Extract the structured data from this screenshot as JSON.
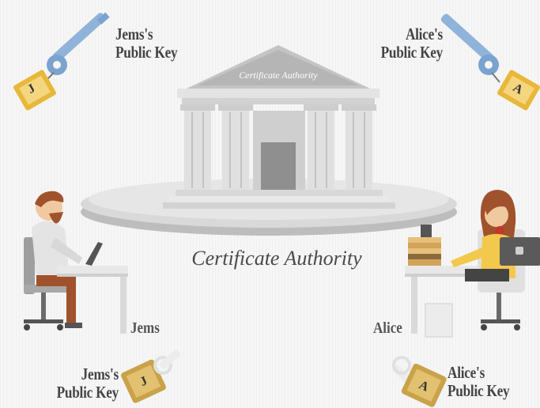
{
  "ca": {
    "pediment_label": "Certificate Authority",
    "title": "Certificate Authority"
  },
  "keys": {
    "jems_top": {
      "line1": "Jems's",
      "line2": "Public Key",
      "tag_letter": "J"
    },
    "alice_top": {
      "line1": "Alice's",
      "line2": "Public Key",
      "tag_letter": "A"
    },
    "jems_bottom": {
      "line1": "Jems's",
      "line2": "Public Key",
      "tag_letter": "J"
    },
    "alice_bottom": {
      "line1": "Alice's",
      "line2": "Public Key",
      "tag_letter": "A"
    }
  },
  "people": {
    "jems": {
      "name": "Jems"
    },
    "alice": {
      "name": "Alice"
    }
  },
  "colors": {
    "key_blue": "#8fb3d9",
    "tag_gold": "#e8b83a",
    "building_gray": "#c8c8c8",
    "jems_beard": "#a0522d",
    "alice_shirt": "#f2c94c"
  }
}
